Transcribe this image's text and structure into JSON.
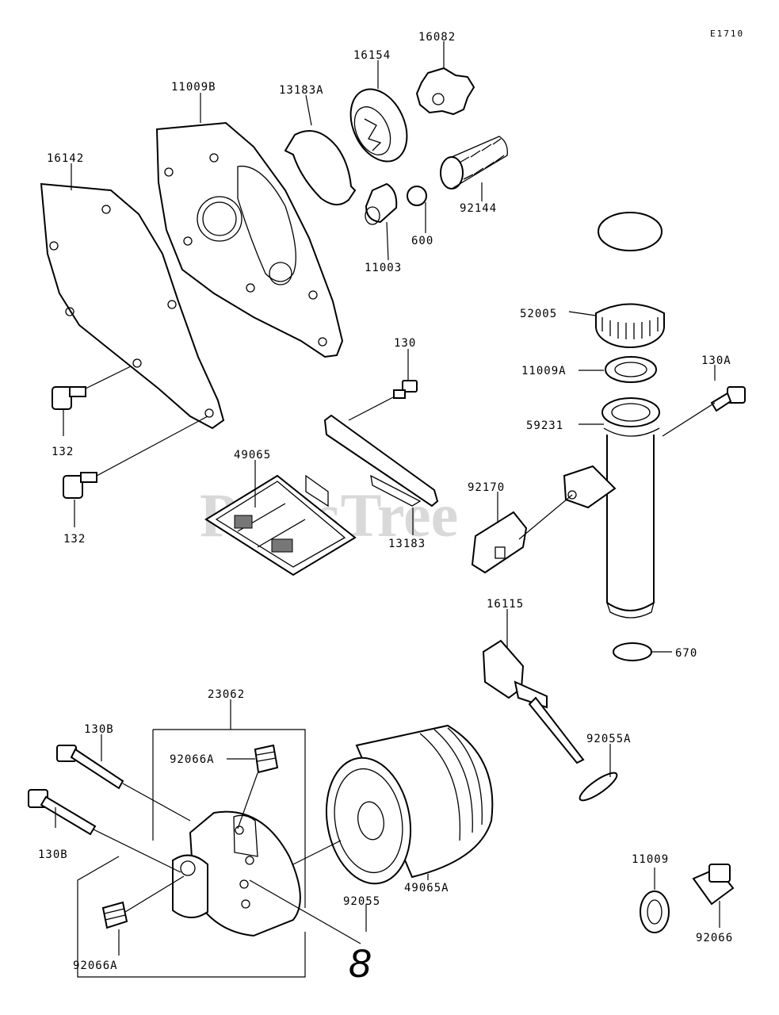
{
  "diagram_code": "E1710",
  "watermark": "PartsTree",
  "callouts": {
    "p16082": "16082",
    "p16154": "16154",
    "p13183a": "13183A",
    "p11009b": "11009B",
    "p16142": "16142",
    "p92144": "92144",
    "p600": "600",
    "p11003": "11003",
    "p52005": "52005",
    "p11009a": "11009A",
    "p59231": "59231",
    "p130a": "130A",
    "p130": "130",
    "p132_upper": "132",
    "p132_lower": "132",
    "p49065": "49065",
    "p13183": "13183",
    "p92170": "92170",
    "p16115": "16115",
    "p670": "670",
    "p23062": "23062",
    "p130b_upper": "130B",
    "p130b_lower": "130B",
    "p92066a_upper": "92066A",
    "p92066a_lower": "92066A",
    "p92055a": "92055A",
    "p49065a": "49065A",
    "p92055": "92055",
    "p11009": "11009",
    "p92066": "92066"
  },
  "oring_symbol": "8"
}
